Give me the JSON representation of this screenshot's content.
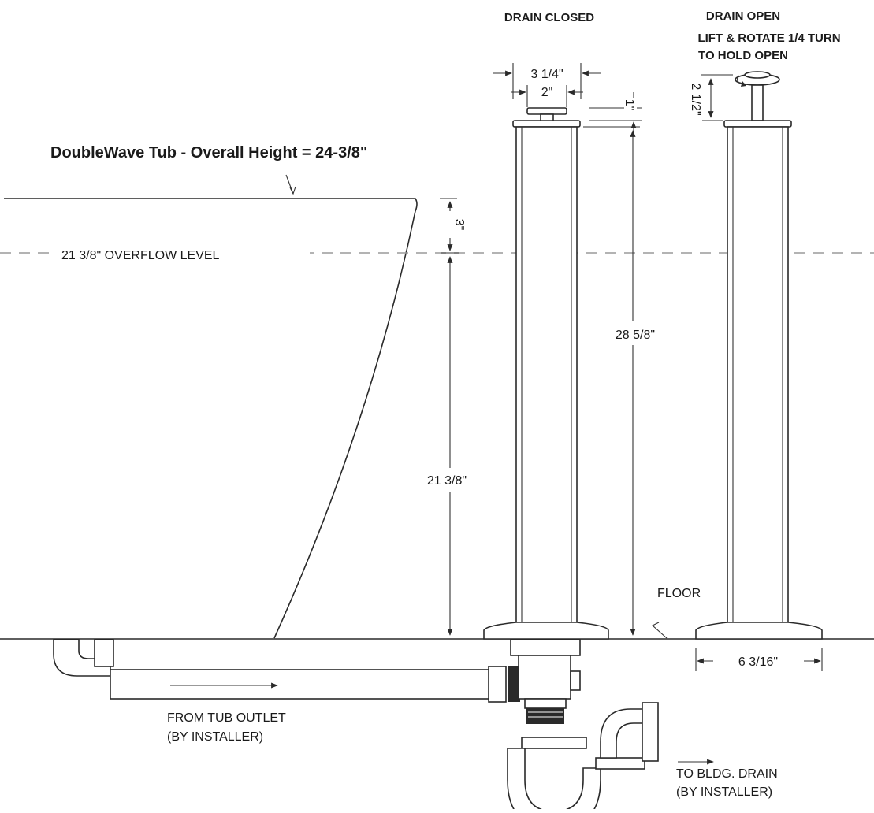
{
  "labels": {
    "drain_closed": "DRAIN CLOSED",
    "drain_open": "DRAIN OPEN",
    "drain_open_note_1": "LIFT & ROTATE 1/4 TURN",
    "drain_open_note_2": "TO HOLD OPEN",
    "tub_title": "DoubleWave Tub - Overall Height = 24-3/8\"",
    "overflow_level": "21 3/8\" OVERFLOW LEVEL",
    "floor": "FLOOR",
    "from_tub_outlet_1": "FROM TUB OUTLET",
    "from_tub_outlet_2": "(BY INSTALLER)",
    "to_bldg_drain_1": "TO BLDG. DRAIN",
    "to_bldg_drain_2": "(BY INSTALLER)"
  },
  "dimensions": {
    "cap_outer_width": "3 1/4\"",
    "cap_inner_width": "2\"",
    "cap_height": "1\"",
    "open_lift_height": "2 1/2\"",
    "tub_rim_to_overflow": "3\"",
    "overflow_height": "21 3/8\"",
    "column_total_height": "28 5/8\"",
    "base_width": "6 3/16\""
  }
}
